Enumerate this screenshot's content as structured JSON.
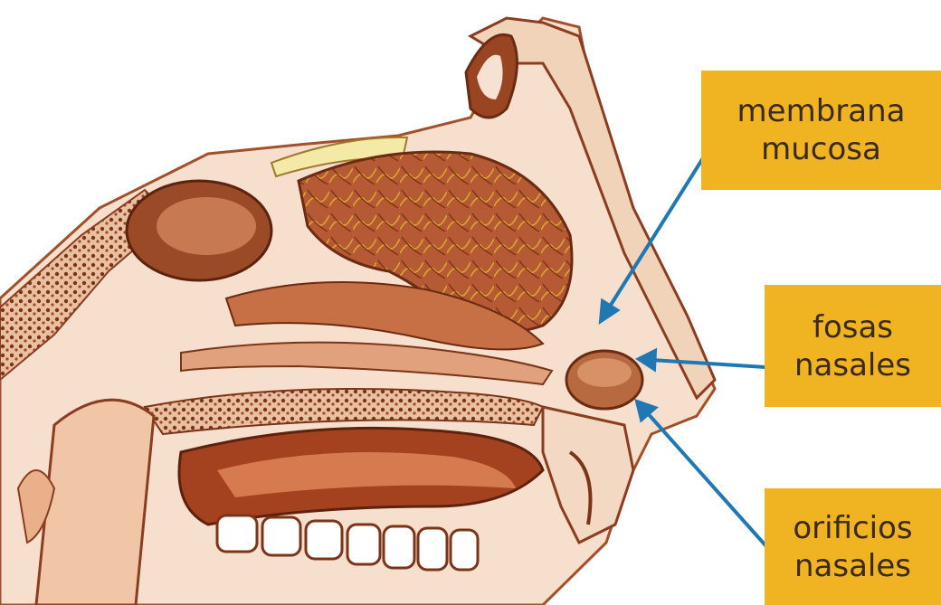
{
  "labels": {
    "membrana": {
      "line1": "membrana",
      "line2": "mucosa"
    },
    "fosas": {
      "line1": "fosas",
      "line2": "nasales"
    },
    "orificios": {
      "line1": "orificios",
      "line2": "nasales"
    }
  },
  "colors": {
    "label_bg": "#f0b321",
    "label_text": "#3a2a1a",
    "arrow": "#1f78b4",
    "tissue_dark": "#8a3d1f",
    "tissue_mid": "#c96a3e",
    "tissue_light": "#f2d6c2"
  }
}
